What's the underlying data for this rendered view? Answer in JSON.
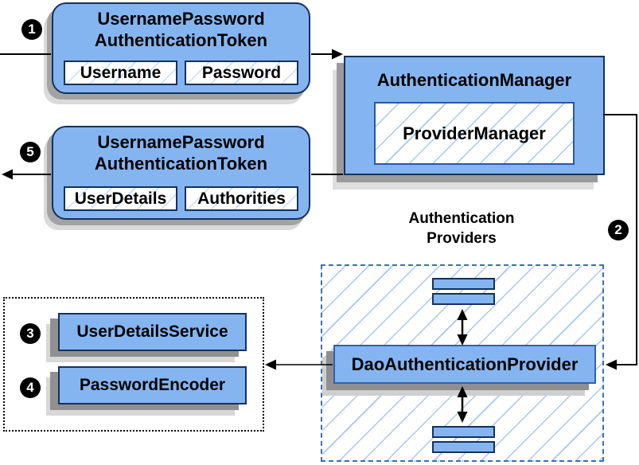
{
  "colors": {
    "box_fill": "#85b5f1",
    "box_border": "#14315d",
    "provider_border": "#3061ae",
    "hatch_line": "#a6c8f0",
    "dashed_border": "#3d6eb5",
    "dotted_border": "#000000",
    "shadow_dark": "#9b9b9b",
    "shadow_light": "#dadada",
    "arrow": "#000000",
    "badge_bg": "#000000",
    "badge_text": "#ffffff"
  },
  "badges": {
    "step1": "1",
    "step2": "2",
    "step3": "3",
    "step4": "4",
    "step5": "5"
  },
  "request_token": {
    "title_line1": "UsernamePassword",
    "title_line2": "AuthenticationToken",
    "fields": [
      "Username",
      "Password"
    ]
  },
  "result_token": {
    "title_line1": "UsernamePassword",
    "title_line2": "AuthenticationToken",
    "fields": [
      "UserDetails",
      "Authorities"
    ]
  },
  "authentication_manager": {
    "title": "AuthenticationManager",
    "inner_label": "ProviderManager"
  },
  "providers_group": {
    "label_line1": "Authentication",
    "label_line2": "Providers",
    "provider_label": "DaoAuthenticationProvider"
  },
  "collaborators": {
    "items": [
      "UserDetailsService",
      "PasswordEncoder"
    ]
  }
}
